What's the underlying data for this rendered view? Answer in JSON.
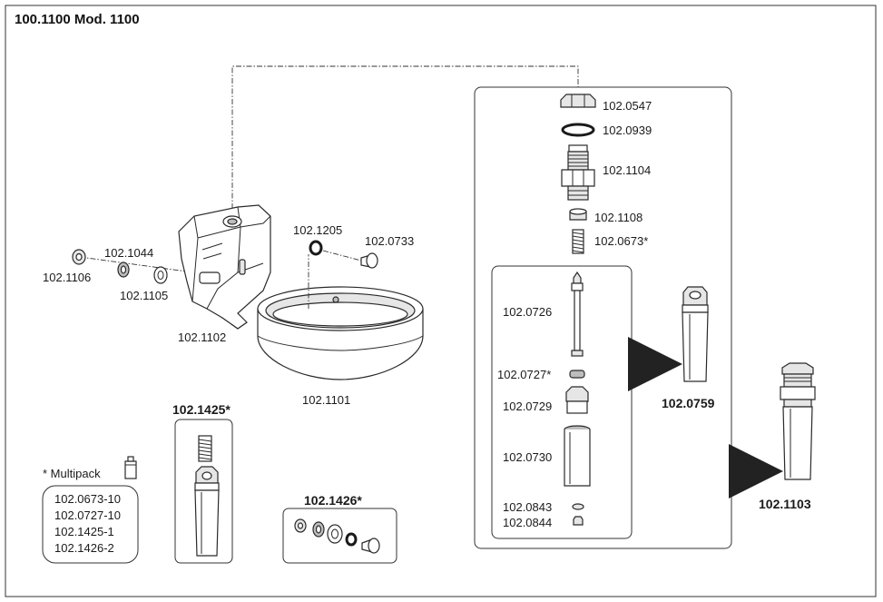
{
  "title": "100.1100 Mod. 1100",
  "labels": {
    "p1106": "102.1106",
    "p1044": "102.1044",
    "p1105": "102.1105",
    "p1102": "102.1102",
    "p1205": "102.1205",
    "p0733": "102.0733",
    "p1101": "102.1101",
    "p0547": "102.0547",
    "p0939": "102.0939",
    "p1104": "102.1104",
    "p1108": "102.1108",
    "p0673": "102.0673*",
    "p0726": "102.0726",
    "p0727": "102.0727*",
    "p0729": "102.0729",
    "p0730": "102.0730",
    "p0843": "102.0843",
    "p0844": "102.0844",
    "p0759": "102.0759",
    "p1103": "102.1103",
    "p1425": "102.1425*",
    "p1426": "102.1426*"
  },
  "multipack": {
    "title": "* Multipack",
    "items": [
      "102.0673-10",
      "102.0727-10",
      "102.1425-1",
      "102.1426-2"
    ]
  }
}
